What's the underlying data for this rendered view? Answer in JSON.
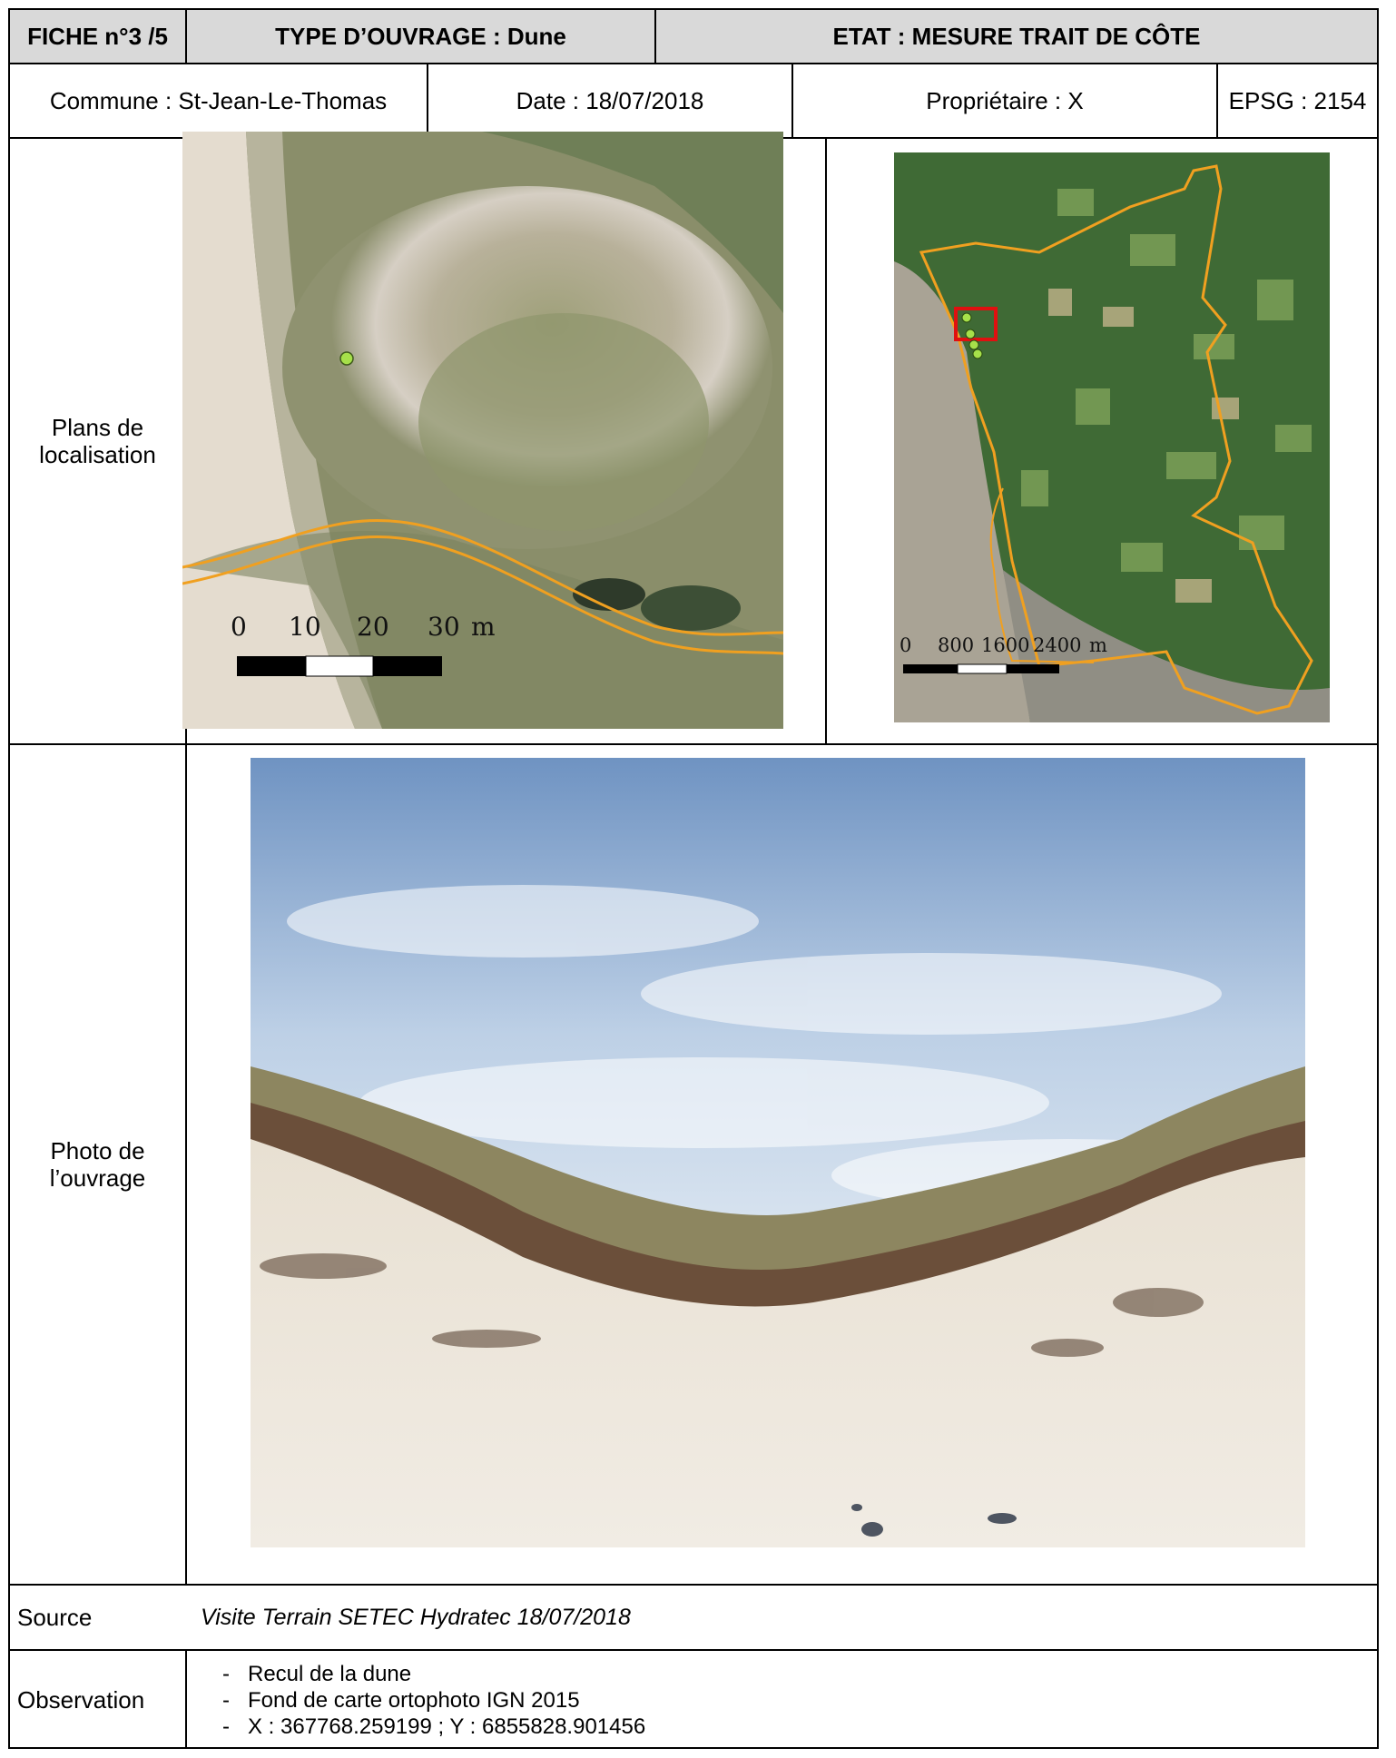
{
  "header": {
    "fiche": "FICHE n°3 /5",
    "type": "TYPE D’OUVRAGE : Dune",
    "etat": "ETAT : MESURE TRAIT DE CÔTE"
  },
  "info": {
    "commune": "Commune : St-Jean-Le-Thomas",
    "date": "Date : 18/07/2018",
    "proprietaire": "Propriétaire : X",
    "epsg": "EPSG : 2154"
  },
  "labels": {
    "plans": "Plans de localisation",
    "photo": "Photo de l’ouvrage",
    "source": "Source",
    "observation": "Observation"
  },
  "map_local": {
    "scale_labels": [
      "0",
      "10",
      "20",
      "30",
      "m"
    ]
  },
  "map_overview": {
    "scale_labels": [
      "0",
      "800",
      "1600",
      "2400",
      "m"
    ]
  },
  "source_text": "Visite Terrain SETEC Hydratec 18/07/2018",
  "observations": [
    "Recul de la dune",
    "Fond de carte ortophoto IGN 2015",
    "X : 367768.259199 ; Y : 6855828.901456"
  ],
  "colors": {
    "header_bg": "#d9d9d9",
    "boundary": "#f0a020",
    "highlight": "#e01010",
    "point": "#a6e04a"
  }
}
